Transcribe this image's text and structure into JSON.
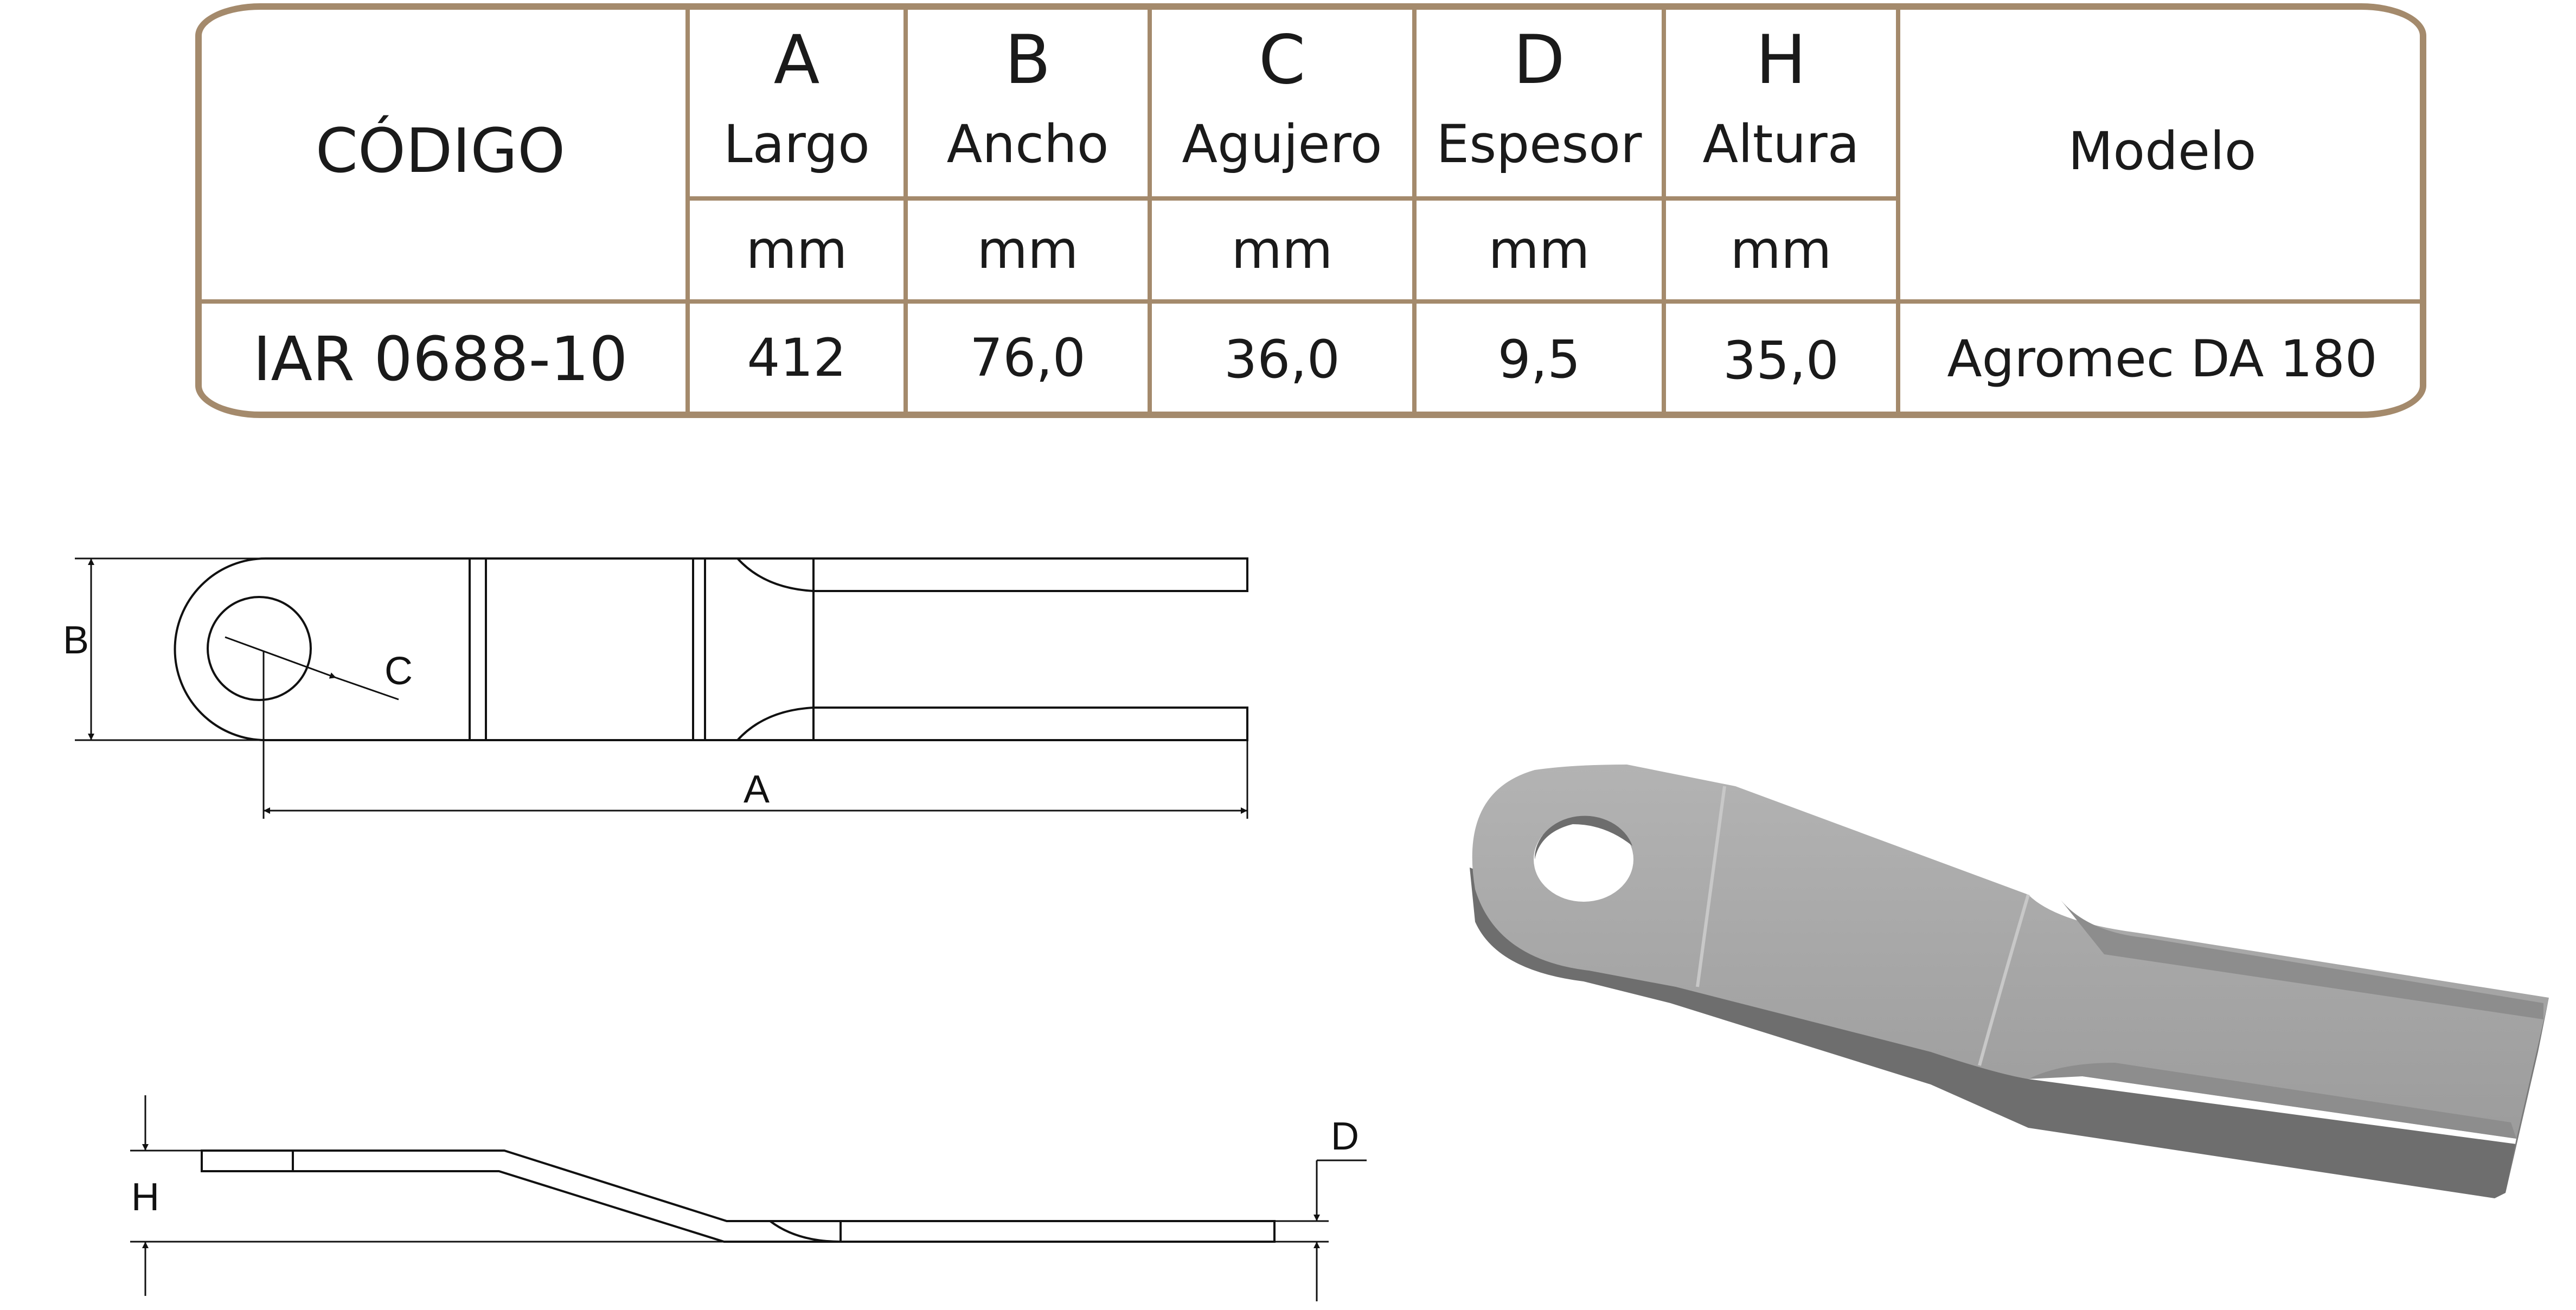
{
  "table": {
    "code_header": "CÓDIGO",
    "model_header": "Modelo",
    "columns": [
      {
        "letter": "A",
        "label": "Largo",
        "unit": "mm"
      },
      {
        "letter": "B",
        "label": "Ancho",
        "unit": "mm"
      },
      {
        "letter": "C",
        "label": "Agujero",
        "unit": "mm"
      },
      {
        "letter": "D",
        "label": "Espesor",
        "unit": "mm"
      },
      {
        "letter": "H",
        "label": "Altura",
        "unit": "mm"
      }
    ],
    "row": {
      "code": "IAR 0688-10",
      "values": [
        "412",
        "76,0",
        "36,0",
        "9,5",
        "35,0"
      ],
      "model": "Agromec DA 180"
    },
    "border_color": "#a48a6c"
  },
  "drawing": {
    "top_view": {
      "label_b": "B",
      "label_c": "C",
      "label_a": "A"
    },
    "side_view": {
      "label_h": "H",
      "label_d": "D"
    },
    "render_color": "#a9a9a9"
  }
}
